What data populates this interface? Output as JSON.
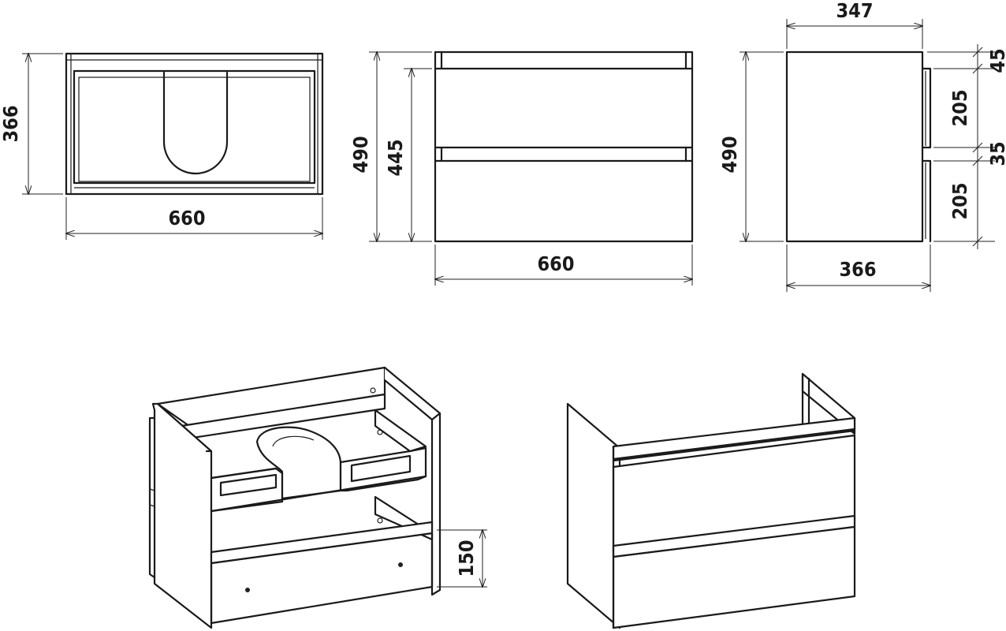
{
  "top_view": {
    "depth_label": "366",
    "width_label": "660"
  },
  "front_view": {
    "height_total_label": "490",
    "height_drawers_label": "445",
    "width_label": "660"
  },
  "side_view": {
    "depth_top_label": "347",
    "height_label": "490",
    "depth_bottom_label": "366",
    "gap_top_label": "45",
    "drawer_upper_label": "205",
    "gap_middle_label": "35",
    "drawer_lower_label": "205"
  },
  "iso_open": {
    "drawer_front_label": "150"
  }
}
